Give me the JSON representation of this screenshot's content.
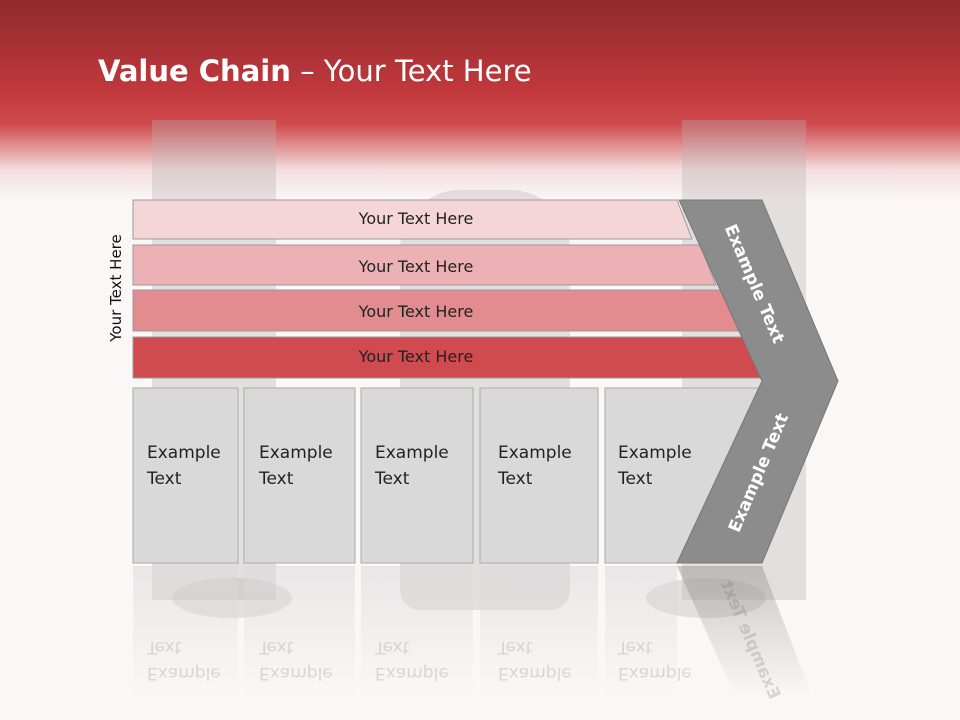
{
  "title": {
    "bold": "Value Chain",
    "rest": " – Your Text Here"
  },
  "side_label": "Your Text Here",
  "bands": [
    {
      "label": "Your Text Here",
      "color": "#f5d6d8"
    },
    {
      "label": "Your Text Here",
      "color": "#ecb1b4"
    },
    {
      "label": "Your Text Here",
      "color": "#e38c90"
    },
    {
      "label": "Your Text Here",
      "color": "#d04b50"
    }
  ],
  "cells": [
    {
      "line1": "Example",
      "line2": "Text"
    },
    {
      "line1": "Example",
      "line2": "Text"
    },
    {
      "line1": "Example",
      "line2": "Text"
    },
    {
      "line1": "Example",
      "line2": "Text"
    },
    {
      "line1": "Example",
      "line2": "Text"
    }
  ],
  "chevron": {
    "upper_text": "Example Text",
    "lower_text": "Example Text",
    "color": "#8c8c8c"
  },
  "colors": {
    "header": "#c0383c",
    "cell": "#d9d9d9"
  }
}
